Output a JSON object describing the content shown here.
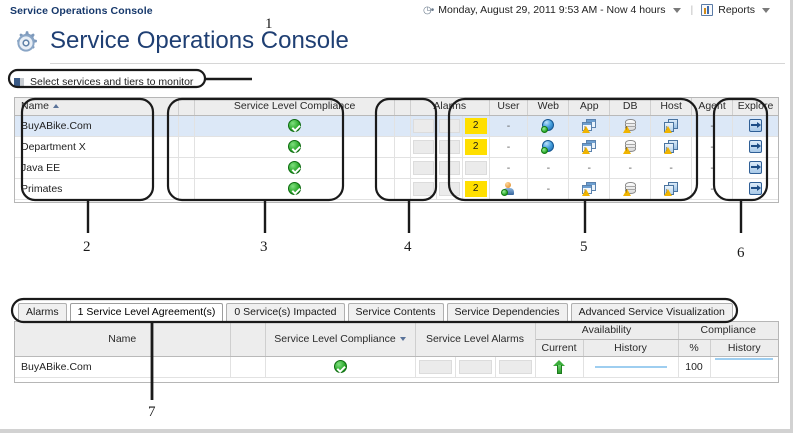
{
  "window": {
    "title": "Service Operations Console"
  },
  "header": {
    "clock_icon": "clock-icon",
    "time_range": "Monday, August 29, 2011 9:53 AM - Now 4 hours",
    "separator": "|",
    "reports_label": "Reports",
    "reports_icon": "report-chart-icon",
    "page_title": "Service Operations Console",
    "gear_icon": "gear-icon"
  },
  "selector": {
    "icon": "panel-toggle-icon",
    "label": "Select services and tiers to monitor"
  },
  "services_grid": {
    "columns": {
      "name": "Name",
      "name_sort": "ascending",
      "compliance": "Service Level Compliance",
      "alarms": "Alarms",
      "tiers": [
        "User",
        "Web",
        "App",
        "DB",
        "Host",
        "Agent"
      ],
      "explore": "Explore"
    },
    "rows": [
      {
        "name": "BuyABike.Com",
        "selected": true,
        "compliance": "ok",
        "alarms": [
          "",
          "",
          "2"
        ],
        "tiers": {
          "User": "-",
          "Web": "globe-ok",
          "App": "app-warning",
          "DB": "db-warning",
          "Host": "host-warning",
          "Agent": "-"
        },
        "explore": "explore-icon"
      },
      {
        "name": "Department X",
        "selected": false,
        "compliance": "ok",
        "alarms": [
          "",
          "",
          "2"
        ],
        "tiers": {
          "User": "-",
          "Web": "globe-ok",
          "App": "app-warning",
          "DB": "db-warning",
          "Host": "host-warning",
          "Agent": "-"
        },
        "explore": "explore-icon"
      },
      {
        "name": "Java EE",
        "selected": false,
        "compliance": "ok",
        "alarms": [
          "",
          "",
          ""
        ],
        "tiers": {
          "User": "-",
          "Web": "-",
          "App": "-",
          "DB": "-",
          "Host": "-",
          "Agent": "-"
        },
        "explore": "explore-icon"
      },
      {
        "name": "Primates",
        "selected": false,
        "compliance": "ok",
        "alarms": [
          "",
          "",
          "2"
        ],
        "tiers": {
          "User": "user-ok",
          "Web": "-",
          "App": "app-warning",
          "DB": "db-warning",
          "Host": "host-warning",
          "Agent": "-"
        },
        "explore": "explore-icon"
      }
    ]
  },
  "tabs": [
    {
      "label": "Alarms",
      "active": false
    },
    {
      "label": "1 Service Level Agreement(s)",
      "active": true
    },
    {
      "label": "0 Service(s) Impacted",
      "active": false
    },
    {
      "label": "Service Contents",
      "active": false
    },
    {
      "label": "Service Dependencies",
      "active": false
    },
    {
      "label": "Advanced Service Visualization",
      "active": false
    }
  ],
  "sla_grid": {
    "columns": {
      "name": "Name",
      "compliance": "Service Level Compliance",
      "compliance_sort": "descending",
      "sla_alarms": "Service Level Alarms",
      "availability": "Availability",
      "availability_current": "Current",
      "availability_history": "History",
      "compliance_group": "Compliance",
      "compliance_pct": "%",
      "compliance_history": "History"
    },
    "rows": [
      {
        "name": "BuyABike.Com",
        "compliance": "ok",
        "sla_alarms": [
          "",
          "",
          ""
        ],
        "availability_current": "up-arrow-green",
        "availability_history": "sparkline",
        "compliance_pct": "100",
        "compliance_history": "sparkline"
      }
    ]
  },
  "callouts": [
    {
      "id": "1",
      "label": "1"
    },
    {
      "id": "2",
      "label": "2"
    },
    {
      "id": "3",
      "label": "3"
    },
    {
      "id": "4",
      "label": "4"
    },
    {
      "id": "5",
      "label": "5"
    },
    {
      "id": "6",
      "label": "6"
    },
    {
      "id": "7",
      "label": "7"
    }
  ],
  "colors": {
    "title_blue": "#1f3f73",
    "header_gray": "#ededed",
    "selected_row": "#dce8f7",
    "alarm_yellow": "#ffdf00",
    "ok_green": "#27a527",
    "spark_blue": "#9ecef0"
  }
}
